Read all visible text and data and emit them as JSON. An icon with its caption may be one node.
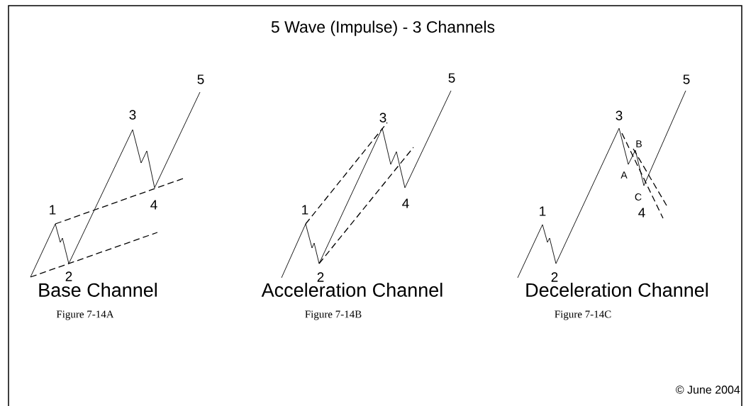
{
  "diagram": {
    "title": "5 Wave (Impulse) - 3 Channels",
    "labels": [
      "5",
      "3",
      "1",
      "4",
      "2",
      "Base Channel",
      "Figure 7-14A",
      "5",
      "3",
      "1",
      "4",
      "2",
      "Acceleration Channel",
      "Figure 7-14B",
      "5",
      "3",
      "B",
      "A",
      "C",
      "1",
      "4",
      "2",
      "Deceleration Channel",
      "Figure 7-14C",
      "© June 2004"
    ]
  }
}
